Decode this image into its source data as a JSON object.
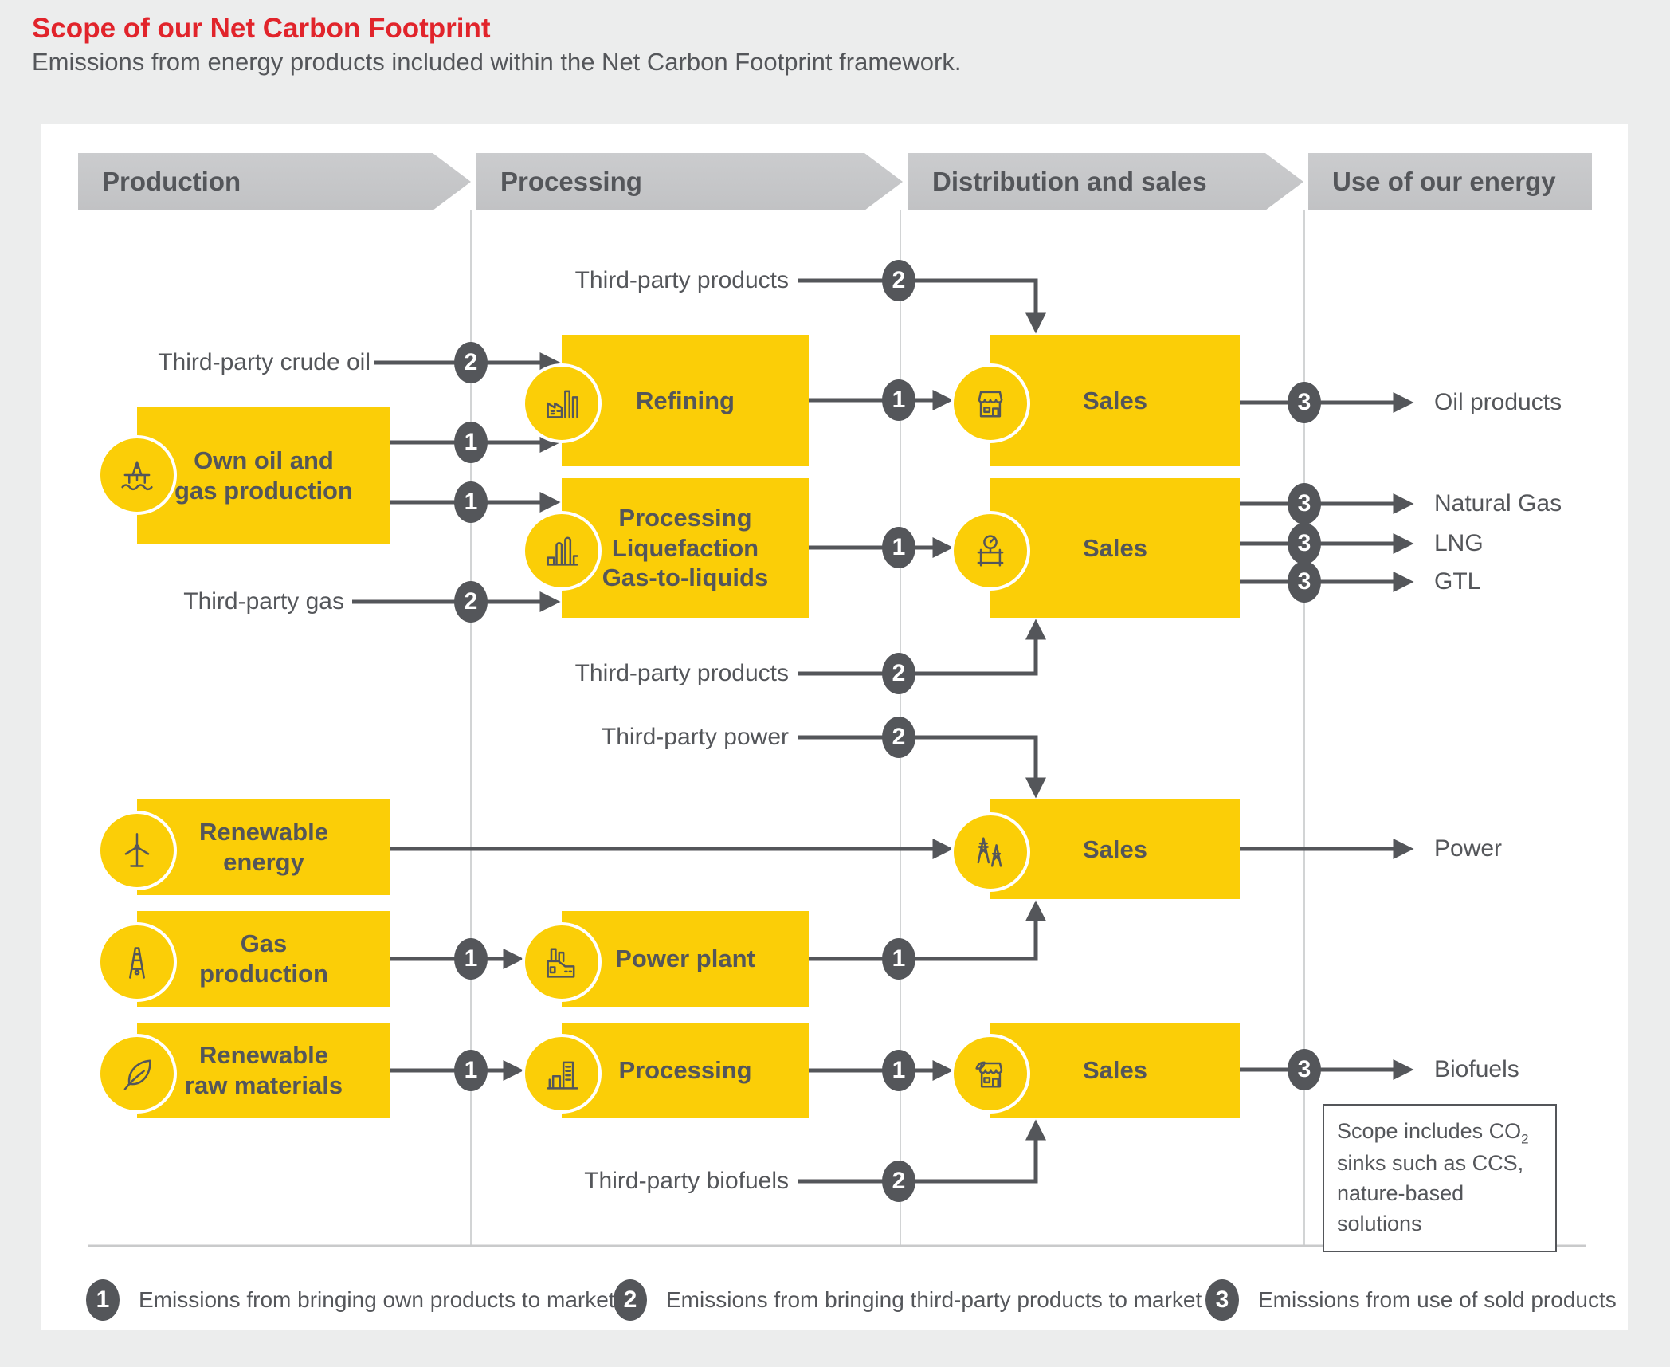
{
  "header": {
    "title": "Scope of our Net Carbon Footprint",
    "subtitle": "Emissions from energy products included within the Net Carbon Footprint framework."
  },
  "columns": [
    "Production",
    "Processing",
    "Distribution and sales",
    "Use of our energy"
  ],
  "boxes": {
    "own_oil": "Own oil and\ngas production",
    "refining": "Refining",
    "processing_liquefaction": "Processing\nLiquefaction\nGas-to-liquids",
    "sales_oil": "Sales",
    "sales_gas": "Sales",
    "renewable_energy": "Renewable\nenergy",
    "gas_production": "Gas\nproduction",
    "renewable_raw_materials": "Renewable\nraw materials",
    "power_plant": "Power plant",
    "processing": "Processing",
    "sales_power": "Sales",
    "sales_biofuels": "Sales"
  },
  "flow_labels": {
    "third_party_products_top": "Third-party products",
    "third_party_crude_oil": "Third-party crude oil",
    "third_party_gas": "Third-party gas",
    "third_party_products_bottom": "Third-party products",
    "third_party_power": "Third-party power",
    "third_party_biofuels": "Third-party biofuels"
  },
  "outputs": {
    "oil_products": "Oil products",
    "natural_gas": "Natural Gas",
    "lng": "LNG",
    "gtl": "GTL",
    "power": "Power",
    "biofuels": "Biofuels"
  },
  "badges": {
    "tpp_top": "2",
    "crude_oil": "2",
    "own_to_refining": "1",
    "own_to_procliq": "1",
    "third_party_gas": "2",
    "refining_to_sales": "1",
    "procliq_to_sales": "1",
    "tpp_bottom": "2",
    "oil_products_out": "3",
    "natural_gas_out": "3",
    "lng_out": "3",
    "gtl_out": "3",
    "third_party_power": "2",
    "gasprod_to_powerplant": "1",
    "powerplant_to_sales": "1",
    "raw_to_processing": "1",
    "processing_to_sales": "1",
    "biofuels_out": "3",
    "third_party_biofuels": "2"
  },
  "note": {
    "line1": "Scope includes CO",
    "line1_sub": "2",
    "line2": "sinks such as CCS,",
    "line3": "nature-based solutions"
  },
  "legend": [
    {
      "num": "1",
      "label": "Emissions from bringing own products to market"
    },
    {
      "num": "2",
      "label": "Emissions from bringing third-party products to market"
    },
    {
      "num": "3",
      "label": "Emissions from use of sold products"
    }
  ],
  "icons": {
    "own_oil": "oil-platform-icon",
    "refining": "refinery-icon",
    "processing_liquefaction": "gas-plant-icon",
    "sales_oil": "storefront-icon",
    "sales_gas": "pipeline-gauge-icon",
    "renewable_energy": "wind-turbine-icon",
    "gas_production": "drilling-derrick-icon",
    "renewable_raw_materials": "leaf-icon",
    "power_plant": "factory-icon",
    "processing": "buildings-icon",
    "sales_power": "transmission-towers-icon",
    "sales_biofuels": "storefront-leaf-icon"
  },
  "colors": {
    "brand_yellow": "#FBCE07",
    "brand_red": "#E1242B",
    "text_gray": "#54565A",
    "banner_gray": "#C6C7C9"
  }
}
